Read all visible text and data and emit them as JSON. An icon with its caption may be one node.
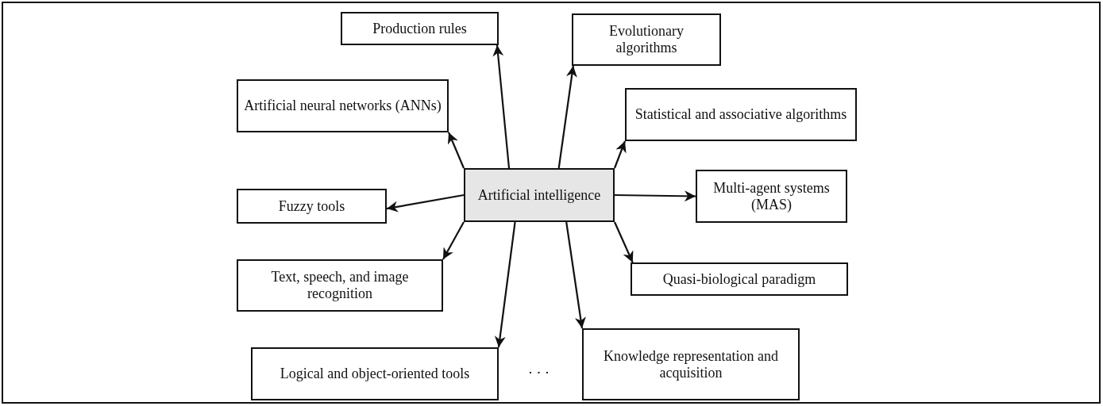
{
  "diagram": {
    "nodes": [
      {
        "text": [
          "Artificial intelligence"
        ]
      },
      {
        "text": [
          "Production rules"
        ]
      },
      {
        "text": [
          "Evolutionary algorithms"
        ]
      },
      {
        "text": [
          "Artificial neural networks (ANNs)"
        ]
      },
      {
        "text": [
          "Statistical and associative algorithms"
        ]
      },
      {
        "text": [
          "Fuzzy tools"
        ]
      },
      {
        "text": [
          "Multi-agent systems (MAS)"
        ]
      },
      {
        "text": [
          "Text, speech, and image recognition"
        ]
      },
      {
        "text": [
          "Quasi-biological paradigm"
        ]
      },
      {
        "text": [
          "Logical and object-oriented tools"
        ]
      },
      {
        "text": [
          "Knowledge representation and acquisition"
        ]
      }
    ],
    "edges": [
      {
        "from": 0,
        "to": 1,
        "arrow": "to"
      },
      {
        "from": 0,
        "to": 2,
        "arrow": "to"
      },
      {
        "from": 0,
        "to": 3,
        "arrow": "to"
      },
      {
        "from": 0,
        "to": 4,
        "arrow": "to"
      },
      {
        "from": 0,
        "to": 5,
        "arrow": "to"
      },
      {
        "from": 0,
        "to": 6,
        "arrow": "to"
      },
      {
        "from": 0,
        "to": 7,
        "arrow": "to"
      },
      {
        "from": 0,
        "to": 9,
        "arrow": "to"
      },
      {
        "from": 0,
        "to": 10,
        "arrow": "to"
      },
      {
        "from": 0,
        "to": 8,
        "arrow": "to"
      }
    ],
    "labels": [
      "· · ·"
    ]
  }
}
